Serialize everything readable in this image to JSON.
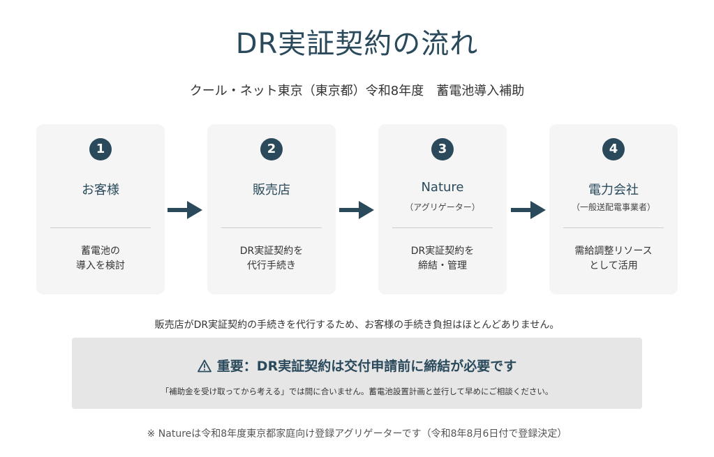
{
  "title": "DR実証契約の流れ",
  "subtitle": "クール・ネット東京（東京都）令和8年度　蓄電池導入補助",
  "steps": [
    {
      "number": "1",
      "title": "お客様",
      "sub": "",
      "desc_lines": [
        "蓄電池の",
        "導入を検討"
      ]
    },
    {
      "number": "2",
      "title": "販売店",
      "sub": "",
      "desc_lines": [
        "DR実証契約を",
        "代行手続き"
      ]
    },
    {
      "number": "3",
      "title": "Nature",
      "sub": "（アグリゲーター）",
      "desc_lines": [
        "DR実証契約を",
        "締結・管理"
      ]
    },
    {
      "number": "4",
      "title": "電力会社",
      "sub": "（一般送配電事業者）",
      "desc_lines": [
        "需給調整リソース",
        "として活用"
      ]
    }
  ],
  "note": "販売店がDR実証契約の手続きを代行するため、お客様の手続き負担はほとんどありません。",
  "alert": {
    "icon": "warning-icon",
    "heading": "重要：DR実証契約は交付申請前に締結が必要です",
    "body": "「補助金を受け取ってから考える」では間に合いません。蓄電池設置計画と並行して早めにご相談ください。"
  },
  "footnote": "※ Natureは令和8年度東京都家庭向け登録アグリゲーターです（令和8年8月6日付で登録決定）",
  "colors": {
    "accent": "#2a4a5c",
    "card_bg": "#f5f5f5",
    "alert_bg": "#e6e6e6"
  }
}
